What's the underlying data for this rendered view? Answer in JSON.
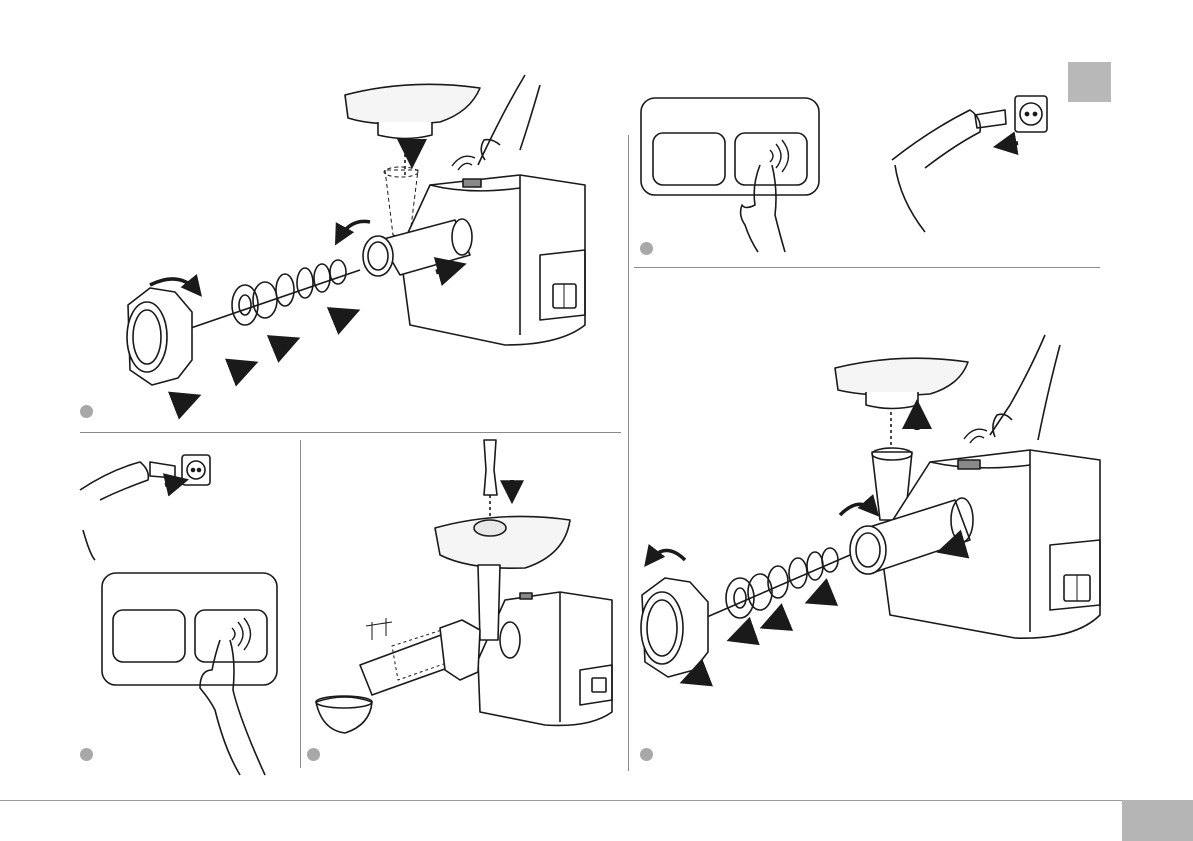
{
  "page": {
    "section_tab": "",
    "page_number": ""
  },
  "steps": [
    {
      "id": "assemble",
      "badge": ""
    },
    {
      "id": "plug-in-start",
      "badge": ""
    },
    {
      "id": "sausage-nozzle",
      "badge": ""
    },
    {
      "id": "stop-unplug",
      "badge": ""
    },
    {
      "id": "disassemble",
      "badge": ""
    }
  ],
  "icons": {
    "direction_arrow": "arrow-icon",
    "rotation_arrow": "rotate-icon",
    "sound_waves": "touch-sound-icon",
    "power_socket": "socket-icon"
  },
  "colors": {
    "line": "#1a1a1a",
    "badge": "#a8a8a8",
    "tab": "#b8b8b8",
    "rule": "#8a8a8a"
  }
}
